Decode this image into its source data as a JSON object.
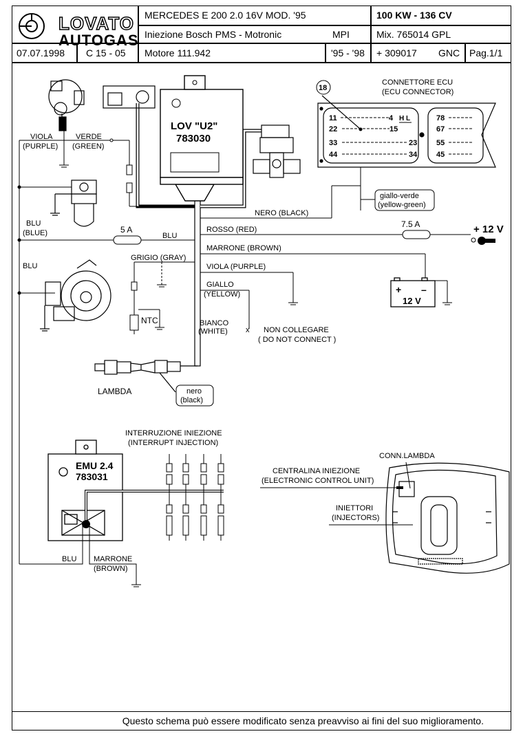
{
  "header": {
    "brand_top": "LOVATO",
    "brand_bottom": "AUTOGAS",
    "vehicle": "MERCEDES  E 200  2.0 16V  MOD. '95",
    "power": "100 KW - 136 CV",
    "injection": "Iniezione Bosch PMS -  Motronic",
    "injection_type": "MPI",
    "mixer": "Mix. 765014  GPL",
    "date": "07.07.1998",
    "code": "C 15 - 05",
    "engine": "Motore 111.942",
    "years": "'95 - '98",
    "kit": "+ 309017",
    "fuel": "GNC",
    "page": "Pag.1/1"
  },
  "labels": {
    "viola_purple_1": "VIOLA",
    "viola_purple_2": "(PURPLE)",
    "verde_1": "VERDE",
    "verde_2": "(GREEN)",
    "blu_blue_1": "BLU",
    "blu_blue_2": "(BLUE)",
    "blu_left": "BLU",
    "fuse_5a": "5 A",
    "blu_mid": "BLU",
    "grigio": "GRIGIO (GRAY)",
    "ntc": "NTC",
    "lov_name": "LOV \"U2\"",
    "lov_code": "783030",
    "nero_black": "NERO (BLACK)",
    "rosso_red": "ROSSO (RED)",
    "marrone_brown": "MARRONE (BROWN)",
    "viola_purple_line": "VIOLA (PURPLE)",
    "giallo_1": "GIALLO",
    "giallo_2": "(YELLOW)",
    "bianco_1": "BIANCO",
    "bianco_2": "(WHITE)",
    "non_collegare_1": "NON COLLEGARE",
    "non_collegare_2": "( DO NOT CONNECT )",
    "lambda": "LAMBDA",
    "nero_small_1": "nero",
    "nero_small_2": "(black)",
    "fuse_75a": "7.5 A",
    "plus12v": "+ 12 V",
    "battery_v": "12 V",
    "battery_plus": "+",
    "battery_minus": "–",
    "ecu_conn_1": "CONNETTORE ECU",
    "ecu_conn_2": "(ECU CONNECTOR)",
    "pin_marker": "18",
    "giallo_verde_1": "giallo-verde",
    "giallo_verde_2": "(yellow-green)",
    "pin_11": "11",
    "pin_4": "4",
    "pin_hl": "H L",
    "pin_22": "22",
    "pin_15": "15",
    "pin_33": "33",
    "pin_23": "23",
    "pin_44": "44",
    "pin_34": "34",
    "pin_78": "78",
    "pin_67": "67",
    "pin_55": "55",
    "pin_45": "45",
    "emu_name": "EMU 2.4",
    "emu_code": "783031",
    "interrupt_1": "INTERRUZIONE INIEZIONE",
    "interrupt_2": "(INTERRUPT INJECTION)",
    "blu_bottom": "BLU",
    "marrone_1": "MARRONE",
    "marrone_2": "(BROWN)",
    "conn_lambda": "CONN.LAMBDA",
    "centralina_1": "CENTRALINA INIEZIONE",
    "centralina_2": "(ELECTRONIC CONTROL UNIT)",
    "iniettori_1": "INIETTORI",
    "iniettori_2": "(INJECTORS)"
  },
  "footer": {
    "note": "Questo schema può essere modificato senza preavviso ai fini del suo miglioramento."
  }
}
